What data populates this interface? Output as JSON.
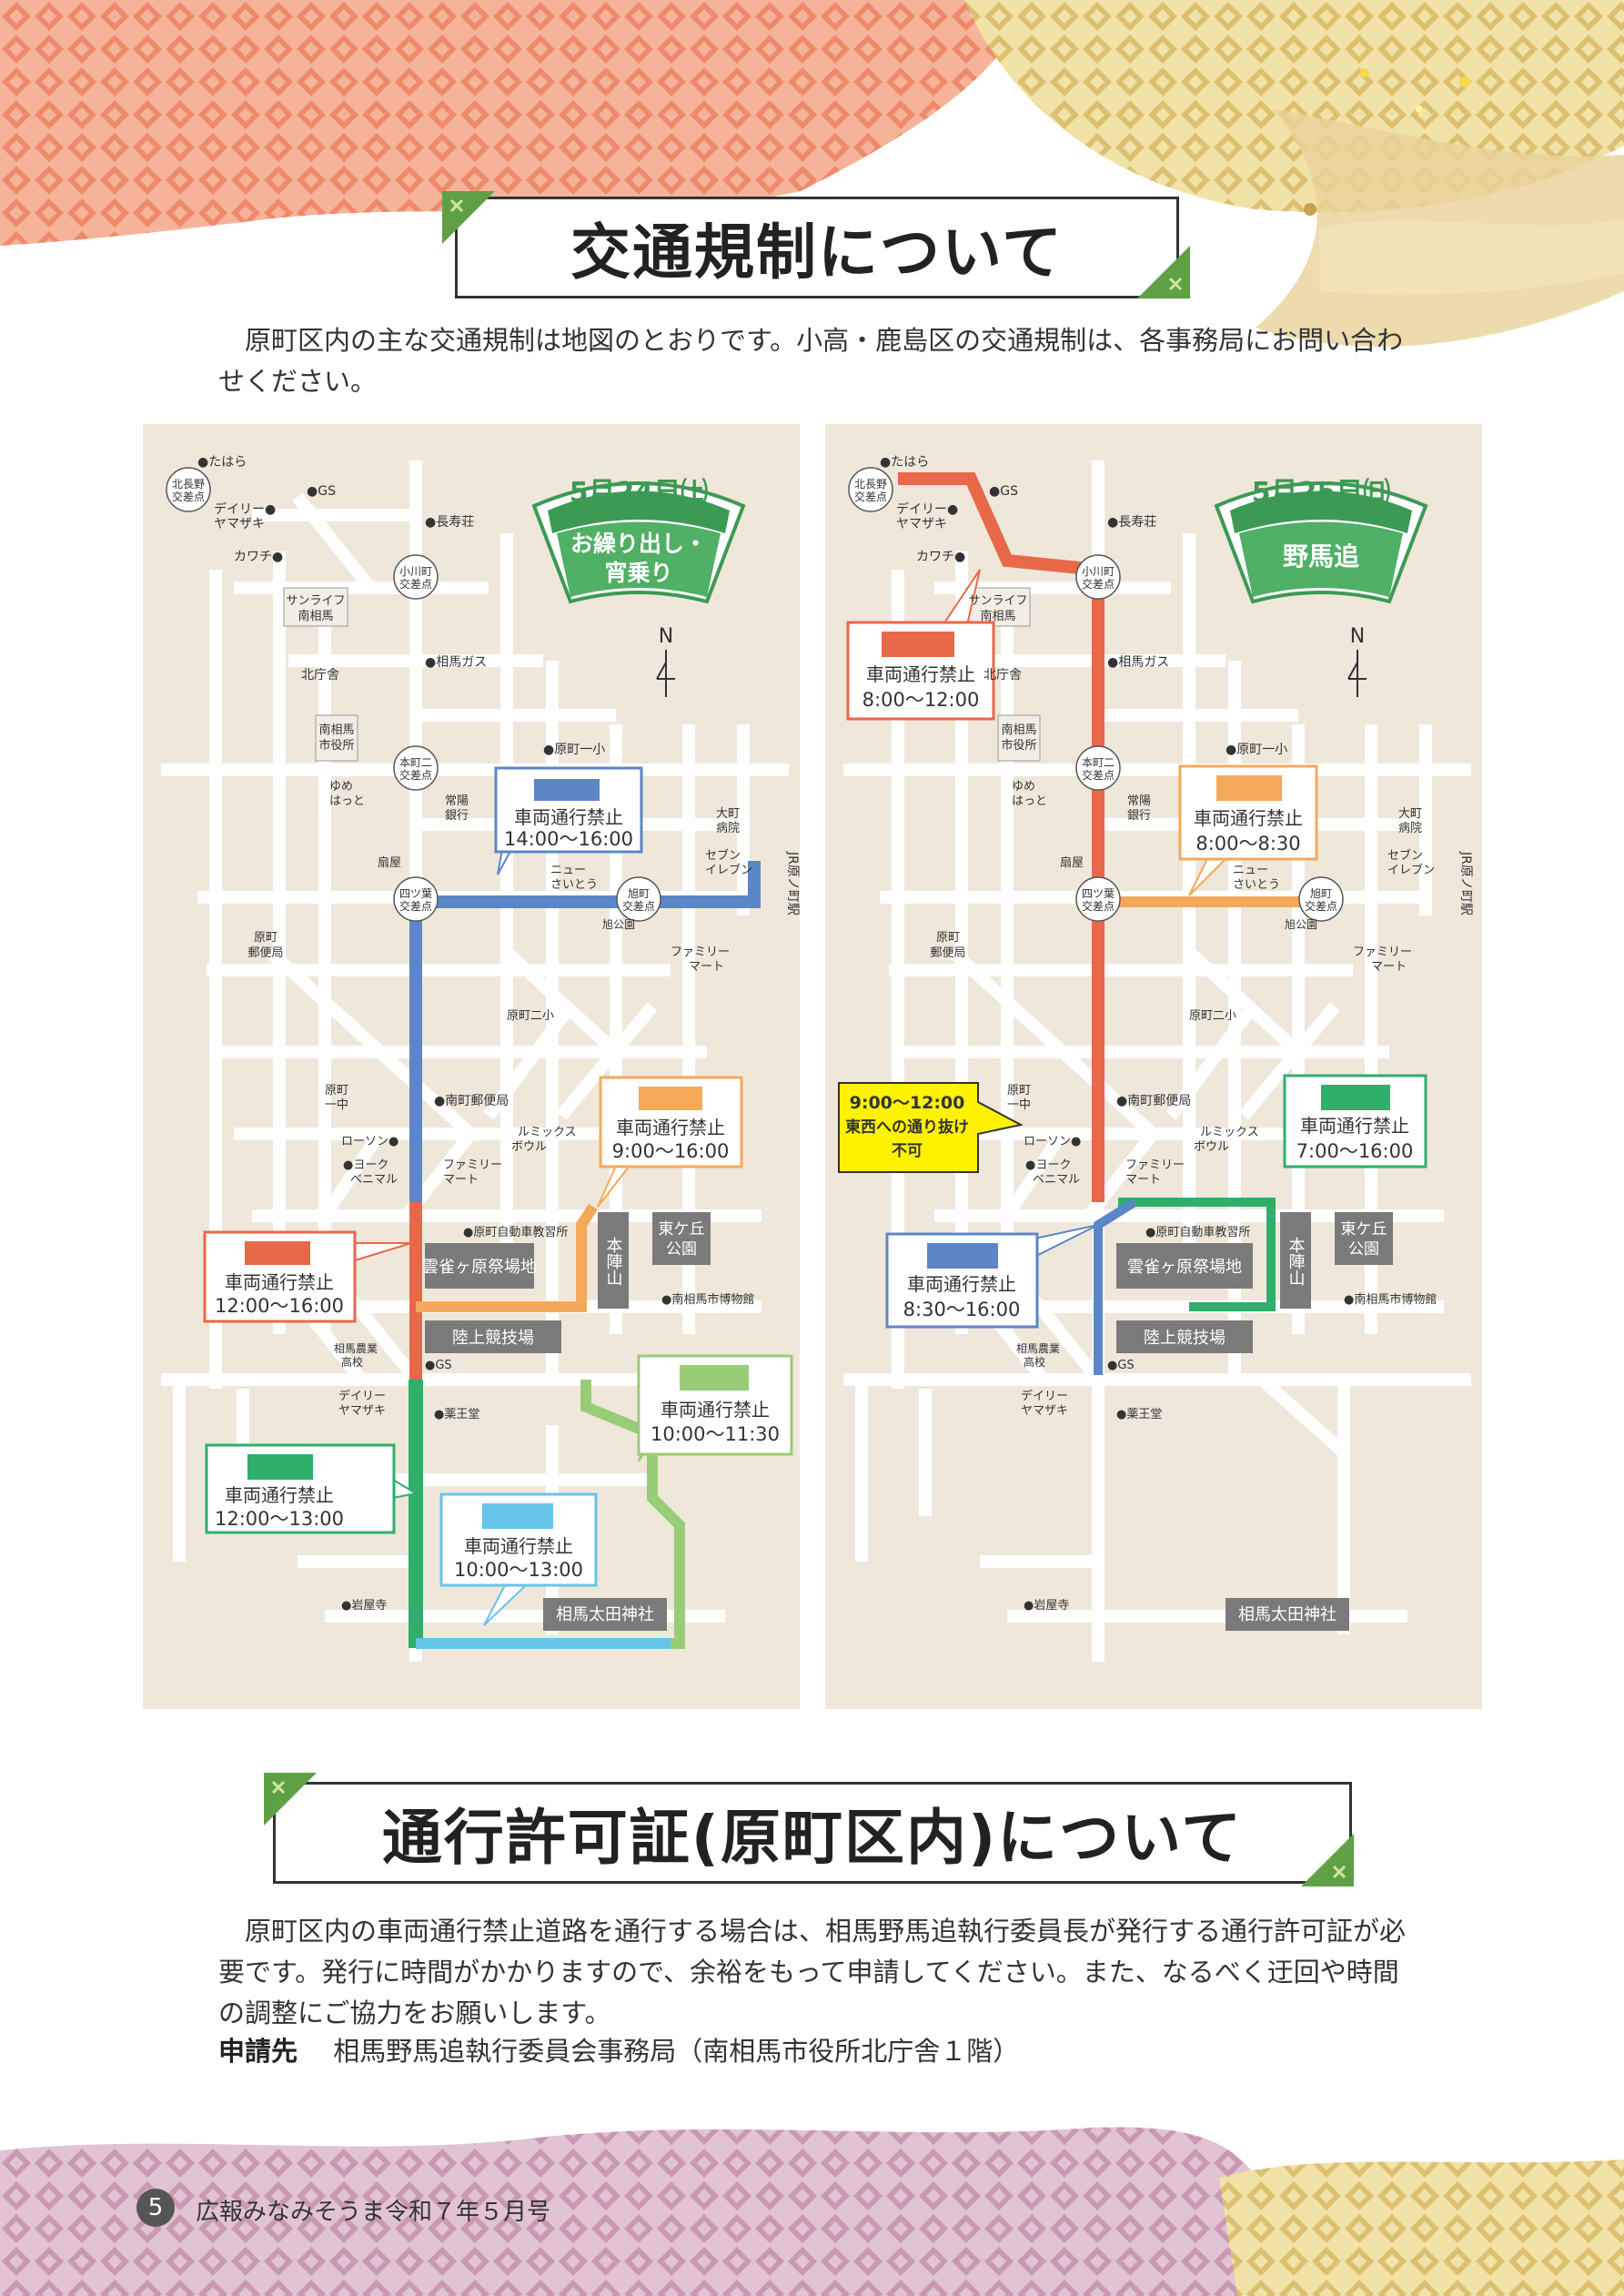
{
  "section1": {
    "title": "交通規制について",
    "intro": "原町区内の主な交通規制は地図のとおりです。小高・鹿島区の交通規制は、各事務局にお問い合わせください。"
  },
  "map_left": {
    "date": "5月24日㈯",
    "event_line1": "お繰り出し・",
    "event_line2": "宵乗り",
    "north": "N",
    "labels": {
      "tahara": "●たはら",
      "kitanagano": "北長野",
      "kitanagano2": "交差点",
      "gs1": "●GS",
      "daily": "デイリー●",
      "daily2": "ヤマザキ",
      "kawachi": "カワチ●",
      "chojuso": "●長寿荘",
      "ogawa": "小川町",
      "ogawa2": "交差点",
      "sunlife": "サンライフ",
      "sunlife2": "南相馬",
      "somagas": "●相馬ガス",
      "kitachosha": "北庁舎",
      "shiyakusho": "南相馬",
      "shiyakusho2": "市役所",
      "haramachi1": "●原町一小",
      "honmachi": "本町二",
      "honmachi2": "交差点",
      "yume": "ゆめ",
      "yume2": "はっと",
      "joyo": "常陽",
      "joyo2": "銀行",
      "omachi": "大町",
      "omachi2": "病院",
      "seven": "セブン",
      "seven2": "イレブン",
      "ogiya": "扇屋",
      "newsaito": "ニュー",
      "newsaito2": "さいとう",
      "yotsukura": "四ツ葉",
      "yotsukura2": "交差点",
      "asahi": "旭町",
      "asahi2": "交差点",
      "asahikoen": "旭公園",
      "jr": "JR原ノ町駅",
      "yubin": "原町",
      "yubin2": "郵便局",
      "family1": "ファミリー",
      "family1b": "マート",
      "haramachi2": "原町二小",
      "ichichu": "原町",
      "ichichu2": "一中",
      "minamiyubin": "●南町郵便局",
      "lawson": "ローソン●",
      "lumix": "ルミックス",
      "lumix2": "ボウル",
      "yorku": "●ヨーク",
      "yorku2": "ベニマル",
      "family2": "ファミリー",
      "family2b": "マート",
      "jidosha": "●原町自動車教習所",
      "honjin": "本陣山",
      "higashi": "東ケ丘",
      "higashi2": "公園",
      "hibari": "雲雀ヶ原祭場地",
      "hakubutsukan": "●南相馬市博物館",
      "rikujo": "陸上競技場",
      "nogyo": "相馬農業",
      "nogyo2": "高校",
      "gs2": "●GS",
      "daily3": "デイリー",
      "daily4": "ヤマザキ",
      "yakuodo": "●薬王堂",
      "iwaya": "●岩屋寺",
      "ota": "相馬太田神社"
    },
    "callouts": [
      {
        "label": "車両通行禁止",
        "time": "14:00〜16:00"
      },
      {
        "label": "車両通行禁止",
        "time": "9:00〜16:00"
      },
      {
        "label": "車両通行禁止",
        "time": "12:00〜16:00"
      },
      {
        "label": "車両通行禁止",
        "time": "10:00〜11:30"
      },
      {
        "label": "車両通行禁止",
        "time": "12:00〜13:00"
      },
      {
        "label": "車両通行禁止",
        "time": "10:00〜13:00"
      }
    ]
  },
  "map_right": {
    "date": "5月25日㈰",
    "event": "野馬追",
    "north": "N",
    "callouts": [
      {
        "label": "車両通行禁止",
        "time": "8:00〜12:00"
      },
      {
        "label": "車両通行禁止",
        "time": "8:00〜8:30"
      },
      {
        "label": "車両通行禁止",
        "time": "7:00〜16:00"
      },
      {
        "label": "車両通行禁止",
        "time": "8:30〜16:00"
      }
    ],
    "notice": {
      "line1": "9:00〜12:00",
      "line2": "東西への通り抜け",
      "line3": "不可"
    }
  },
  "colors": {
    "red": "#e8684a",
    "blue": "#5b86c8",
    "orange": "#f4a85a",
    "lightgreen": "#99cc77",
    "green": "#2fae6c",
    "skyblue": "#66c5ea",
    "yellow": "#fff200",
    "map_bg": "#efe7da",
    "road": "#ffffff"
  },
  "section2": {
    "title": "通行許可証(原町区内)について",
    "body": "原町区内の車両通行禁止道路を通行する場合は、相馬野馬追執行委員長が発行する通行許可証が必要です。発行に時間がかかりますので、余裕をもって申請してください。また、なるべく迂回や時間の調整にご協力をお願いします。",
    "apply_label": "申請先",
    "apply_value": "相馬野馬追執行委員会事務局（南相馬市役所北庁舎１階）"
  },
  "footer": {
    "page_number": "5",
    "publication": "広報みなみそうま令和７年５月号"
  }
}
